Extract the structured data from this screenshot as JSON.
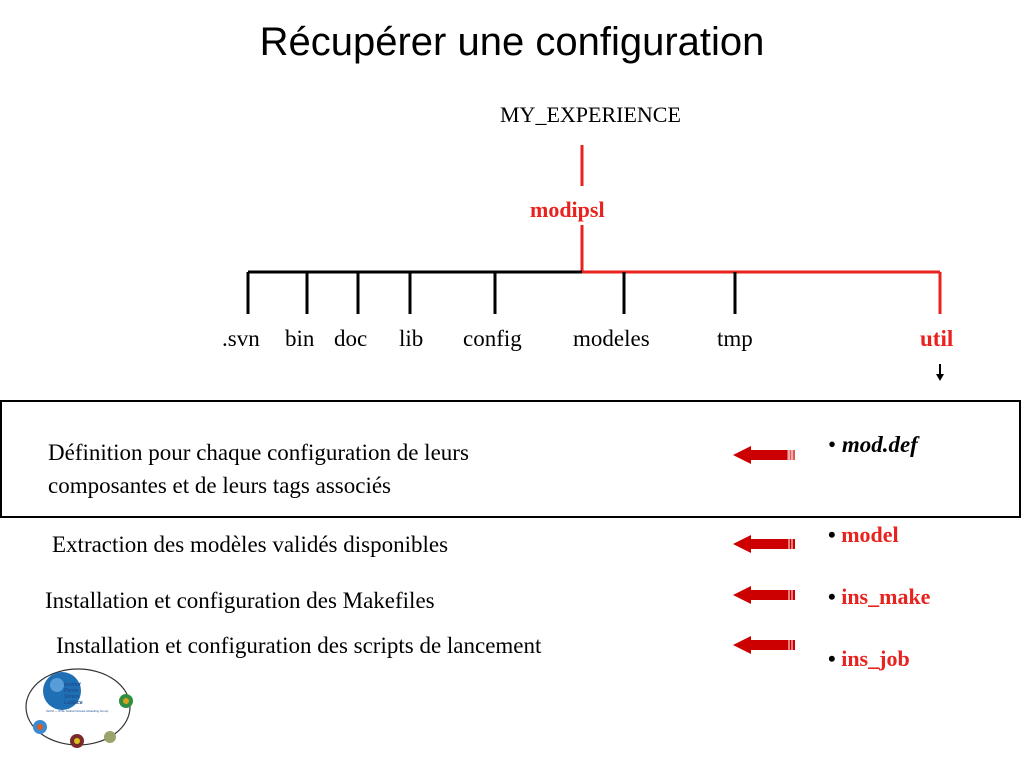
{
  "title": "Récupérer une configuration",
  "tree": {
    "root": "MY_EXPERIENCE",
    "parent": "modipsl",
    "children": [
      ".svn",
      "bin",
      "doc",
      "lib",
      "config",
      "modeles",
      "tmp",
      "util"
    ]
  },
  "descriptions": {
    "mod_def_line1": "Définition pour chaque configuration de leurs",
    "mod_def_line2": "composantes et de leurs tags associés",
    "model": "Extraction des modèles validés disponibles",
    "ins_make": "Installation et configuration des Makefiles",
    "ins_job": "Installation et configuration des scripts de lancement"
  },
  "bullets": {
    "mark": "•",
    "mod_def": "mod.def",
    "model": "model",
    "ins_make": "ins_make",
    "ins_job": "ins_job"
  },
  "colors": {
    "highlight": "#e8231f",
    "arrow": "#cc0000"
  },
  "logo_text": [
    "Institut",
    "Pierre",
    "Simon",
    "Laplace",
    "IGCM — IPSL Global Climate Modelling Group"
  ]
}
